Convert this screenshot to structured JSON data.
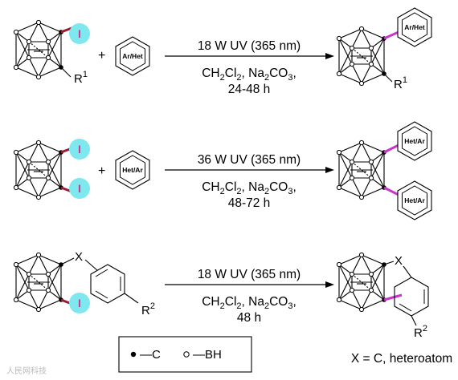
{
  "colors": {
    "iodine_fill": "#7fe8ee",
    "iodine_text": "#c83a96",
    "new_bond": "#cc33cc",
    "ci_bond": "#9b1b30"
  },
  "iodine_label": "I",
  "reactions": [
    {
      "reagent": "Ar/Het",
      "condition_line1": "18 W UV (365 nm)",
      "condition_line2": "CH2Cl2, Na2CO3,",
      "condition_line3": "24-48 h",
      "product_ring": "Ar/Het",
      "substituent": "R",
      "substituent_sup": "1"
    },
    {
      "reagent": "Het/Ar",
      "condition_line1": "36 W UV (365 nm)",
      "condition_line2": "CH2Cl2, Na2CO3,",
      "condition_line3": "48-72 h",
      "product_ring_top": "Het/Ar",
      "product_ring_bottom": "Het/Ar"
    },
    {
      "linker": "X",
      "condition_line1": "18 W UV (365 nm)",
      "condition_line2": "CH2Cl2, Na2CO3,",
      "condition_line3": "48 h",
      "substituent": "R",
      "substituent_sup": "2",
      "footnote": "X = C, heteroatom"
    }
  ],
  "legend": {
    "filled_label": "—C",
    "open_label": "—BH"
  },
  "watermark": "人民网科技"
}
